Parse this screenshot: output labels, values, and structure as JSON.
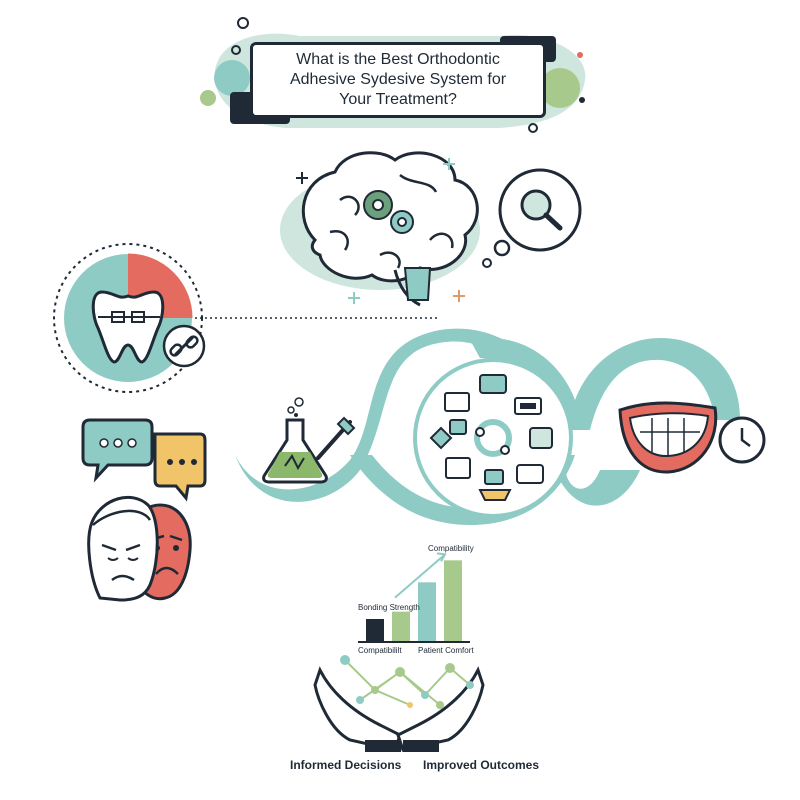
{
  "title": {
    "line1": "What is the Best Orthodontic",
    "line2": "Adhesive Sydesive System for",
    "line3": "Your Treatment?"
  },
  "chart_data": {
    "type": "bar",
    "labels": {
      "top": "Compatibility",
      "middle": "Bonding Strength",
      "bottom_left": "Compatibililt",
      "bottom_right": "Patient Comfort"
    },
    "categories": [
      "1",
      "2",
      "3",
      "4"
    ],
    "values": [
      3,
      4,
      8,
      11
    ],
    "ylim": [
      0,
      12
    ],
    "colors": [
      "#1f2a36",
      "#a8c98c",
      "#8fcbc5",
      "#a8c98c"
    ],
    "trend_arrow": true
  },
  "outcomes": {
    "left": "Informed Decisions",
    "right": "Improved Outcomes"
  },
  "icons": [
    "brain-gears-icon",
    "magnifier-thought-icon",
    "tooth-braces-icon",
    "link-icon",
    "chat-bubbles-icon",
    "worried-faces-icon",
    "flask-brush-icon",
    "bracket-set-icon",
    "smile-clock-icon",
    "hands-network-icon"
  ],
  "colors": {
    "teal": "#8fcbc5",
    "green": "#a8c98c",
    "coral": "#e46b5f",
    "navy": "#1f2a36",
    "yellow": "#f2c46a"
  }
}
